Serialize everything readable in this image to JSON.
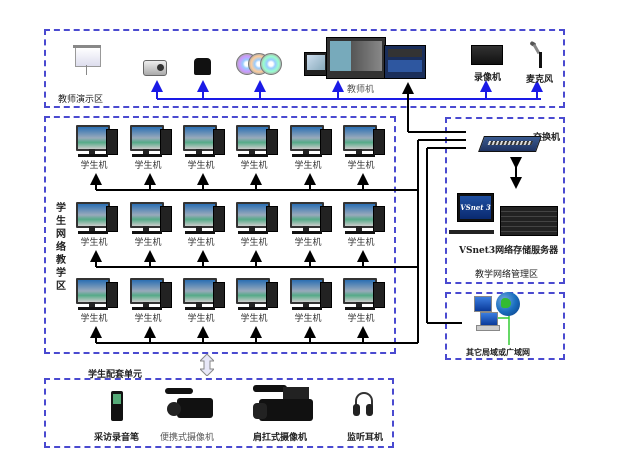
{
  "colors": {
    "zone_border": "#4a4ad0",
    "blue_line": "#1a1ae6",
    "black_line": "#000000"
  },
  "teacher_zone": {
    "label": "教师演示区",
    "devices": [
      {
        "icon": "projection-screen-icon",
        "label": ""
      },
      {
        "icon": "projector-icon",
        "label": ""
      },
      {
        "icon": "visualizer-icon",
        "label": ""
      },
      {
        "icon": "disc-icon",
        "label": ""
      },
      {
        "icon": "teacher-workstation-icon",
        "label": "教师机"
      },
      {
        "icon": "recorder-icon",
        "label": "录像机"
      },
      {
        "icon": "microphone-icon",
        "label": "麦克风"
      }
    ]
  },
  "student_zone": {
    "label": "学生网络教学区",
    "rows": [
      [
        "学生机",
        "学生机",
        "学生机",
        "学生机",
        "学生机",
        "学生机"
      ],
      [
        "学生机",
        "学生机",
        "学生机",
        "学生机",
        "学生机",
        "学生机"
      ],
      [
        "学生机",
        "学生机",
        "学生机",
        "学生机",
        "学生机",
        "学生机"
      ]
    ]
  },
  "management_zone": {
    "label": "教学网络管理区",
    "switch_label": "交换机",
    "server_label": "VSnet3网络存储服务器",
    "server_screen_text": "VSnet 3"
  },
  "wan_zone": {
    "label": "其它局域或广域网"
  },
  "accessory_zone": {
    "title": "学生配套单元",
    "devices": [
      {
        "icon": "voice-recorder-icon",
        "label": "采访录音笔"
      },
      {
        "icon": "handheld-camcorder-icon",
        "label": "便携式摄像机"
      },
      {
        "icon": "shoulder-camcorder-icon",
        "label": "肩扛式摄像机"
      },
      {
        "icon": "headphones-icon",
        "label": "监听耳机"
      }
    ]
  }
}
